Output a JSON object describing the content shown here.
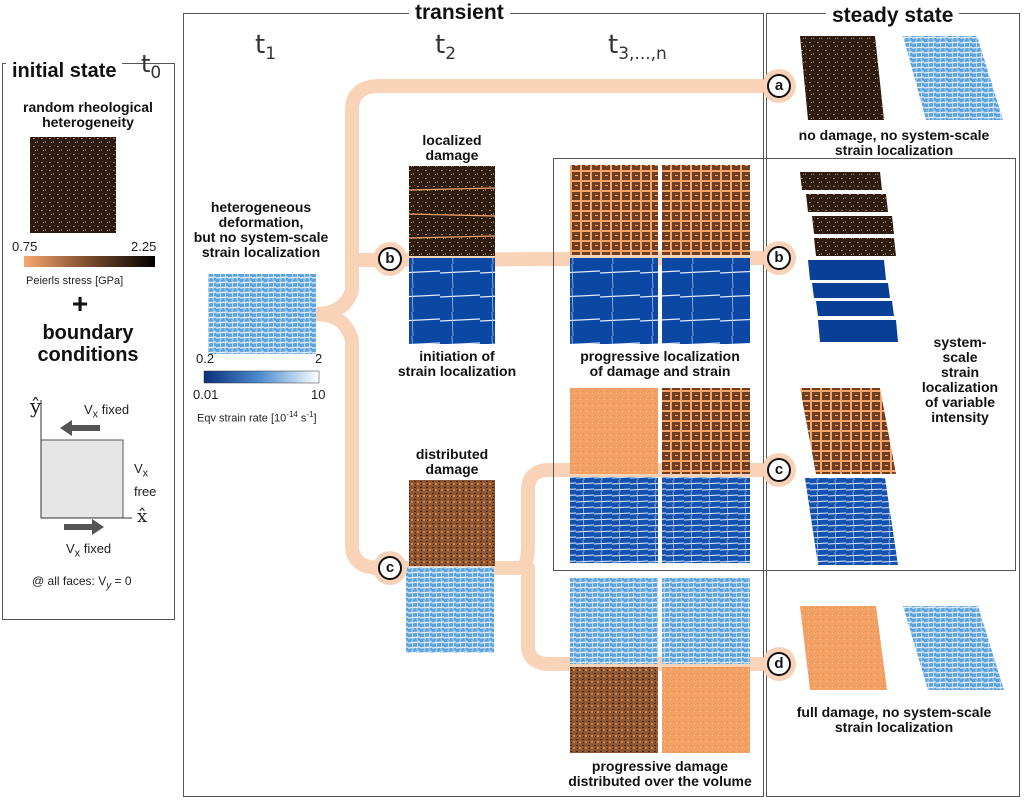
{
  "initial": {
    "title": "initial state",
    "t0": "t",
    "t0_sub": "0",
    "hetero_label": "random rheological\nheterogeneity",
    "peierls_min": "0.75",
    "peierls_max": "2.25",
    "peierls_label": "Peierls stress [GPa]",
    "plus": "+",
    "bc_title": "boundary\nconditions",
    "y_axis": "ŷ",
    "x_axis": "x̂",
    "vx_fixed_top": "V",
    "vx_fixed_top_sub": "x",
    "vx_fixed_top_rest": " fixed",
    "vx_free": "V",
    "vx_free_sub": "x",
    "vx_free_rest": "free",
    "vx_fixed_bottom": "V",
    "vx_fixed_bottom_sub": "x",
    "vx_fixed_bottom_rest": " fixed",
    "faces_a": "@ all faces: V",
    "faces_sub": "y",
    "faces_b": " = 0"
  },
  "transient": {
    "title": "transient",
    "t1": "t",
    "t1_sub": "1",
    "t2": "t",
    "t2_sub": "2",
    "t3": "t",
    "t3_sub": "3,...,n",
    "hetero_deformation": "heterogeneous\ndeformation,\nbut no system-scale\nstrain localization",
    "strain_top_min": "0.2",
    "strain_top_max": "2",
    "strain_bot_min": "0.01",
    "strain_bot_max": "10",
    "strain_label_a": "Eqv strain rate [10",
    "strain_label_exp": "-14",
    "strain_label_b": " s",
    "strain_label_exp2": "-1",
    "strain_label_c": "]",
    "localized_damage": "localized\ndamage",
    "initiation": "initiation of\nstrain localization",
    "distributed_damage": "distributed\ndamage",
    "progressive_localization": "progressive localization\nof damage and strain",
    "progressive_damage": "progressive damage\ndistributed over the volume"
  },
  "steady": {
    "title": "steady state",
    "no_damage": "no damage, no system-scale\nstrain localization",
    "system_scale": "system-\nscale\nstrain\nlocalization\nof variable\nintensity",
    "full_damage": "full damage, no system-scale\nstrain localization"
  },
  "nodes": {
    "a": "a",
    "b": "b",
    "c": "c",
    "d": "d"
  },
  "colors": {
    "orange": "#f5a068",
    "dark": "#2a1a10",
    "blue_dark": "#0a3a8c",
    "blue_light": "#7ab8e6",
    "branch": "#f8d3b8"
  }
}
